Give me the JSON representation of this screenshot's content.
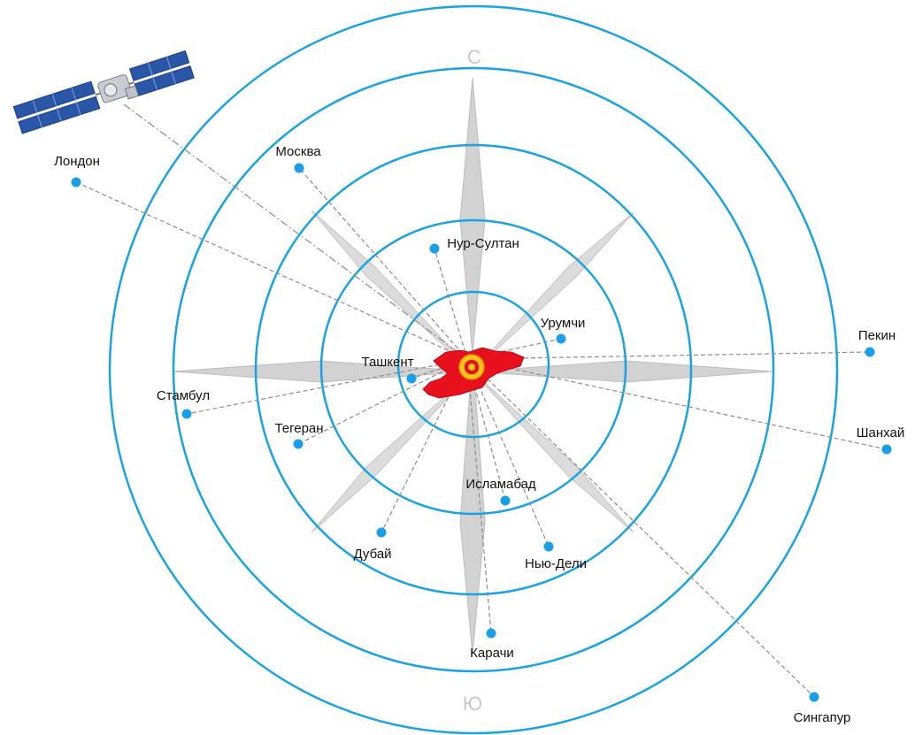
{
  "compass": {
    "north_label": "С",
    "south_label": "Ю"
  },
  "colors": {
    "ring": "#1aa3e0",
    "city_dot": "#1a9fe6",
    "route_line": "#8c8c8c",
    "compass_fill": "#d4d4d4",
    "territory": "#e8101c",
    "emblem": "#f5c518"
  },
  "center": {
    "name": "Кыргызстан",
    "icon": "kyrgyzstan-map-icon"
  },
  "satellite": {
    "icon": "satellite-icon"
  },
  "cities": [
    {
      "id": "london",
      "name": "Лондон"
    },
    {
      "id": "moscow",
      "name": "Москва"
    },
    {
      "id": "nur-sultan",
      "name": "Нур-Султан"
    },
    {
      "id": "urumqi",
      "name": "Урумчи"
    },
    {
      "id": "beijing",
      "name": "Пекин"
    },
    {
      "id": "tashkent",
      "name": "Ташкент"
    },
    {
      "id": "istanbul",
      "name": "Стамбул"
    },
    {
      "id": "tehran",
      "name": "Тегеран"
    },
    {
      "id": "shanghai",
      "name": "Шанхай"
    },
    {
      "id": "islamabad",
      "name": "Исламабад"
    },
    {
      "id": "dubai",
      "name": "Дубай"
    },
    {
      "id": "new-delhi",
      "name": "Нью-Дели"
    },
    {
      "id": "karachi",
      "name": "Карачи"
    },
    {
      "id": "singapore",
      "name": "Сингапур"
    }
  ]
}
